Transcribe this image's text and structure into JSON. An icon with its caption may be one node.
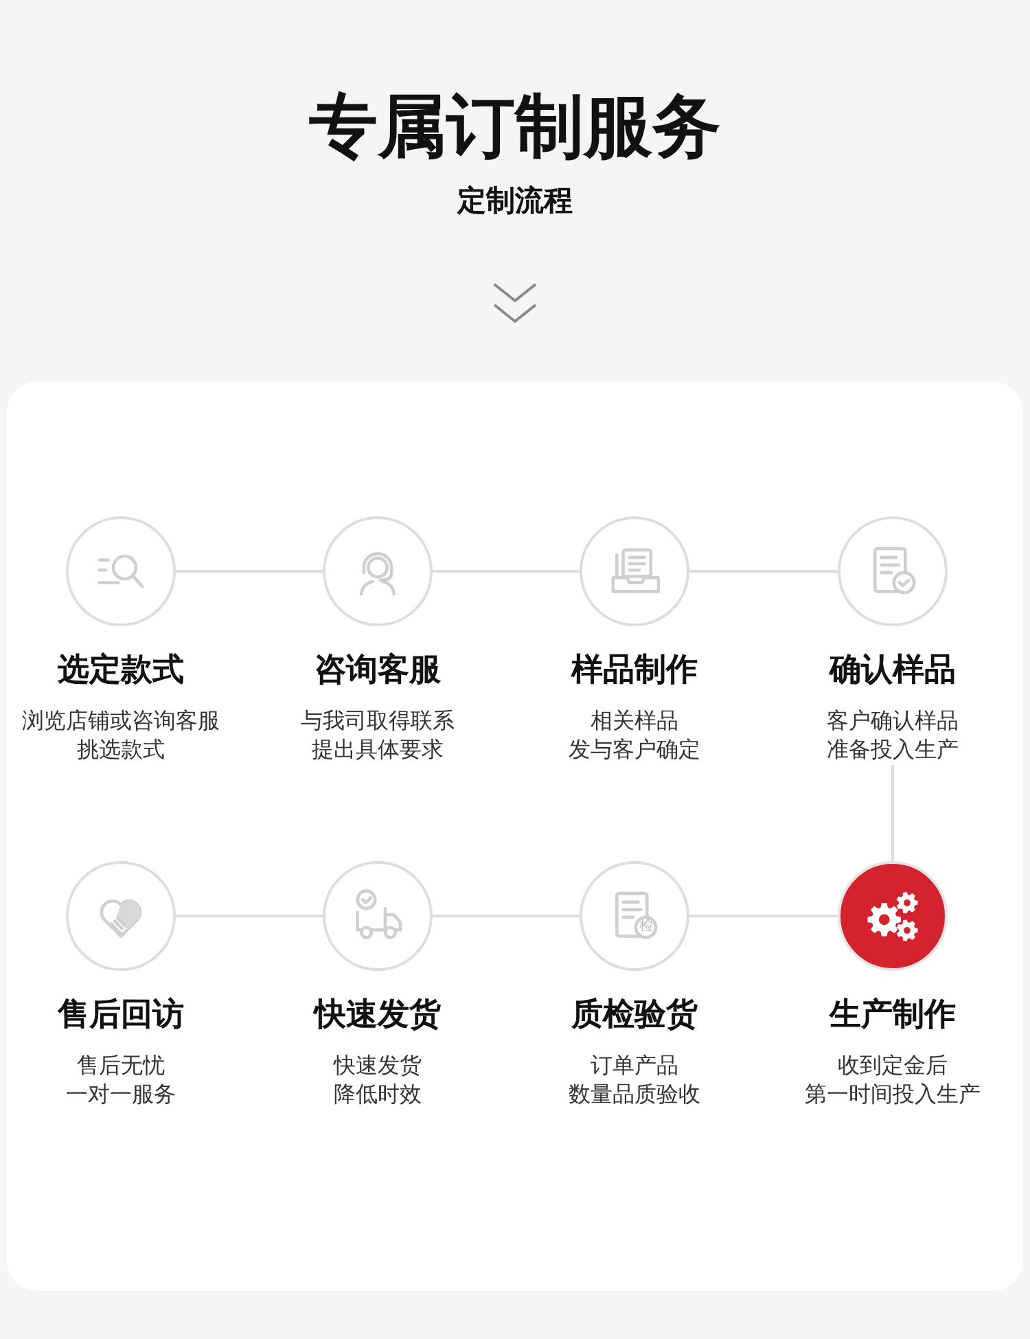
{
  "diagram": {
    "title": "专属订制服务",
    "nodes": [
      {
        "text": [
          "选定款式",
          "浏览店铺或咨询客服挑选款式"
        ]
      },
      {
        "text": [
          "咨询客服",
          "与我司取得联系提出具体要求"
        ]
      },
      {
        "text": [
          "样品制作",
          "相关样品发与客户确定"
        ]
      },
      {
        "text": [
          "确认样品",
          "客户确认样品准备投入生产"
        ]
      },
      {
        "text": [
          "售后回访",
          "售后无忧一对一服务"
        ]
      },
      {
        "text": [
          "快速发货",
          "快速发货降低时效"
        ]
      },
      {
        "text": [
          "质检验货",
          "订单产品数量品质验收"
        ]
      },
      {
        "text": [
          "生产制作",
          "收到定金后第一时间投入生产"
        ]
      }
    ],
    "edges": [
      {
        "from": 0,
        "to": 1,
        "arrow": "none"
      },
      {
        "from": 1,
        "to": 2,
        "arrow": "none"
      },
      {
        "from": 2,
        "to": 3,
        "arrow": "none"
      },
      {
        "from": 3,
        "to": 7,
        "arrow": "none"
      },
      {
        "from": 7,
        "to": 6,
        "arrow": "none"
      },
      {
        "from": 6,
        "to": 5,
        "arrow": "none"
      },
      {
        "from": 5,
        "to": 4,
        "arrow": "none"
      }
    ],
    "labels": [
      "定制流程",
      "检"
    ]
  }
}
